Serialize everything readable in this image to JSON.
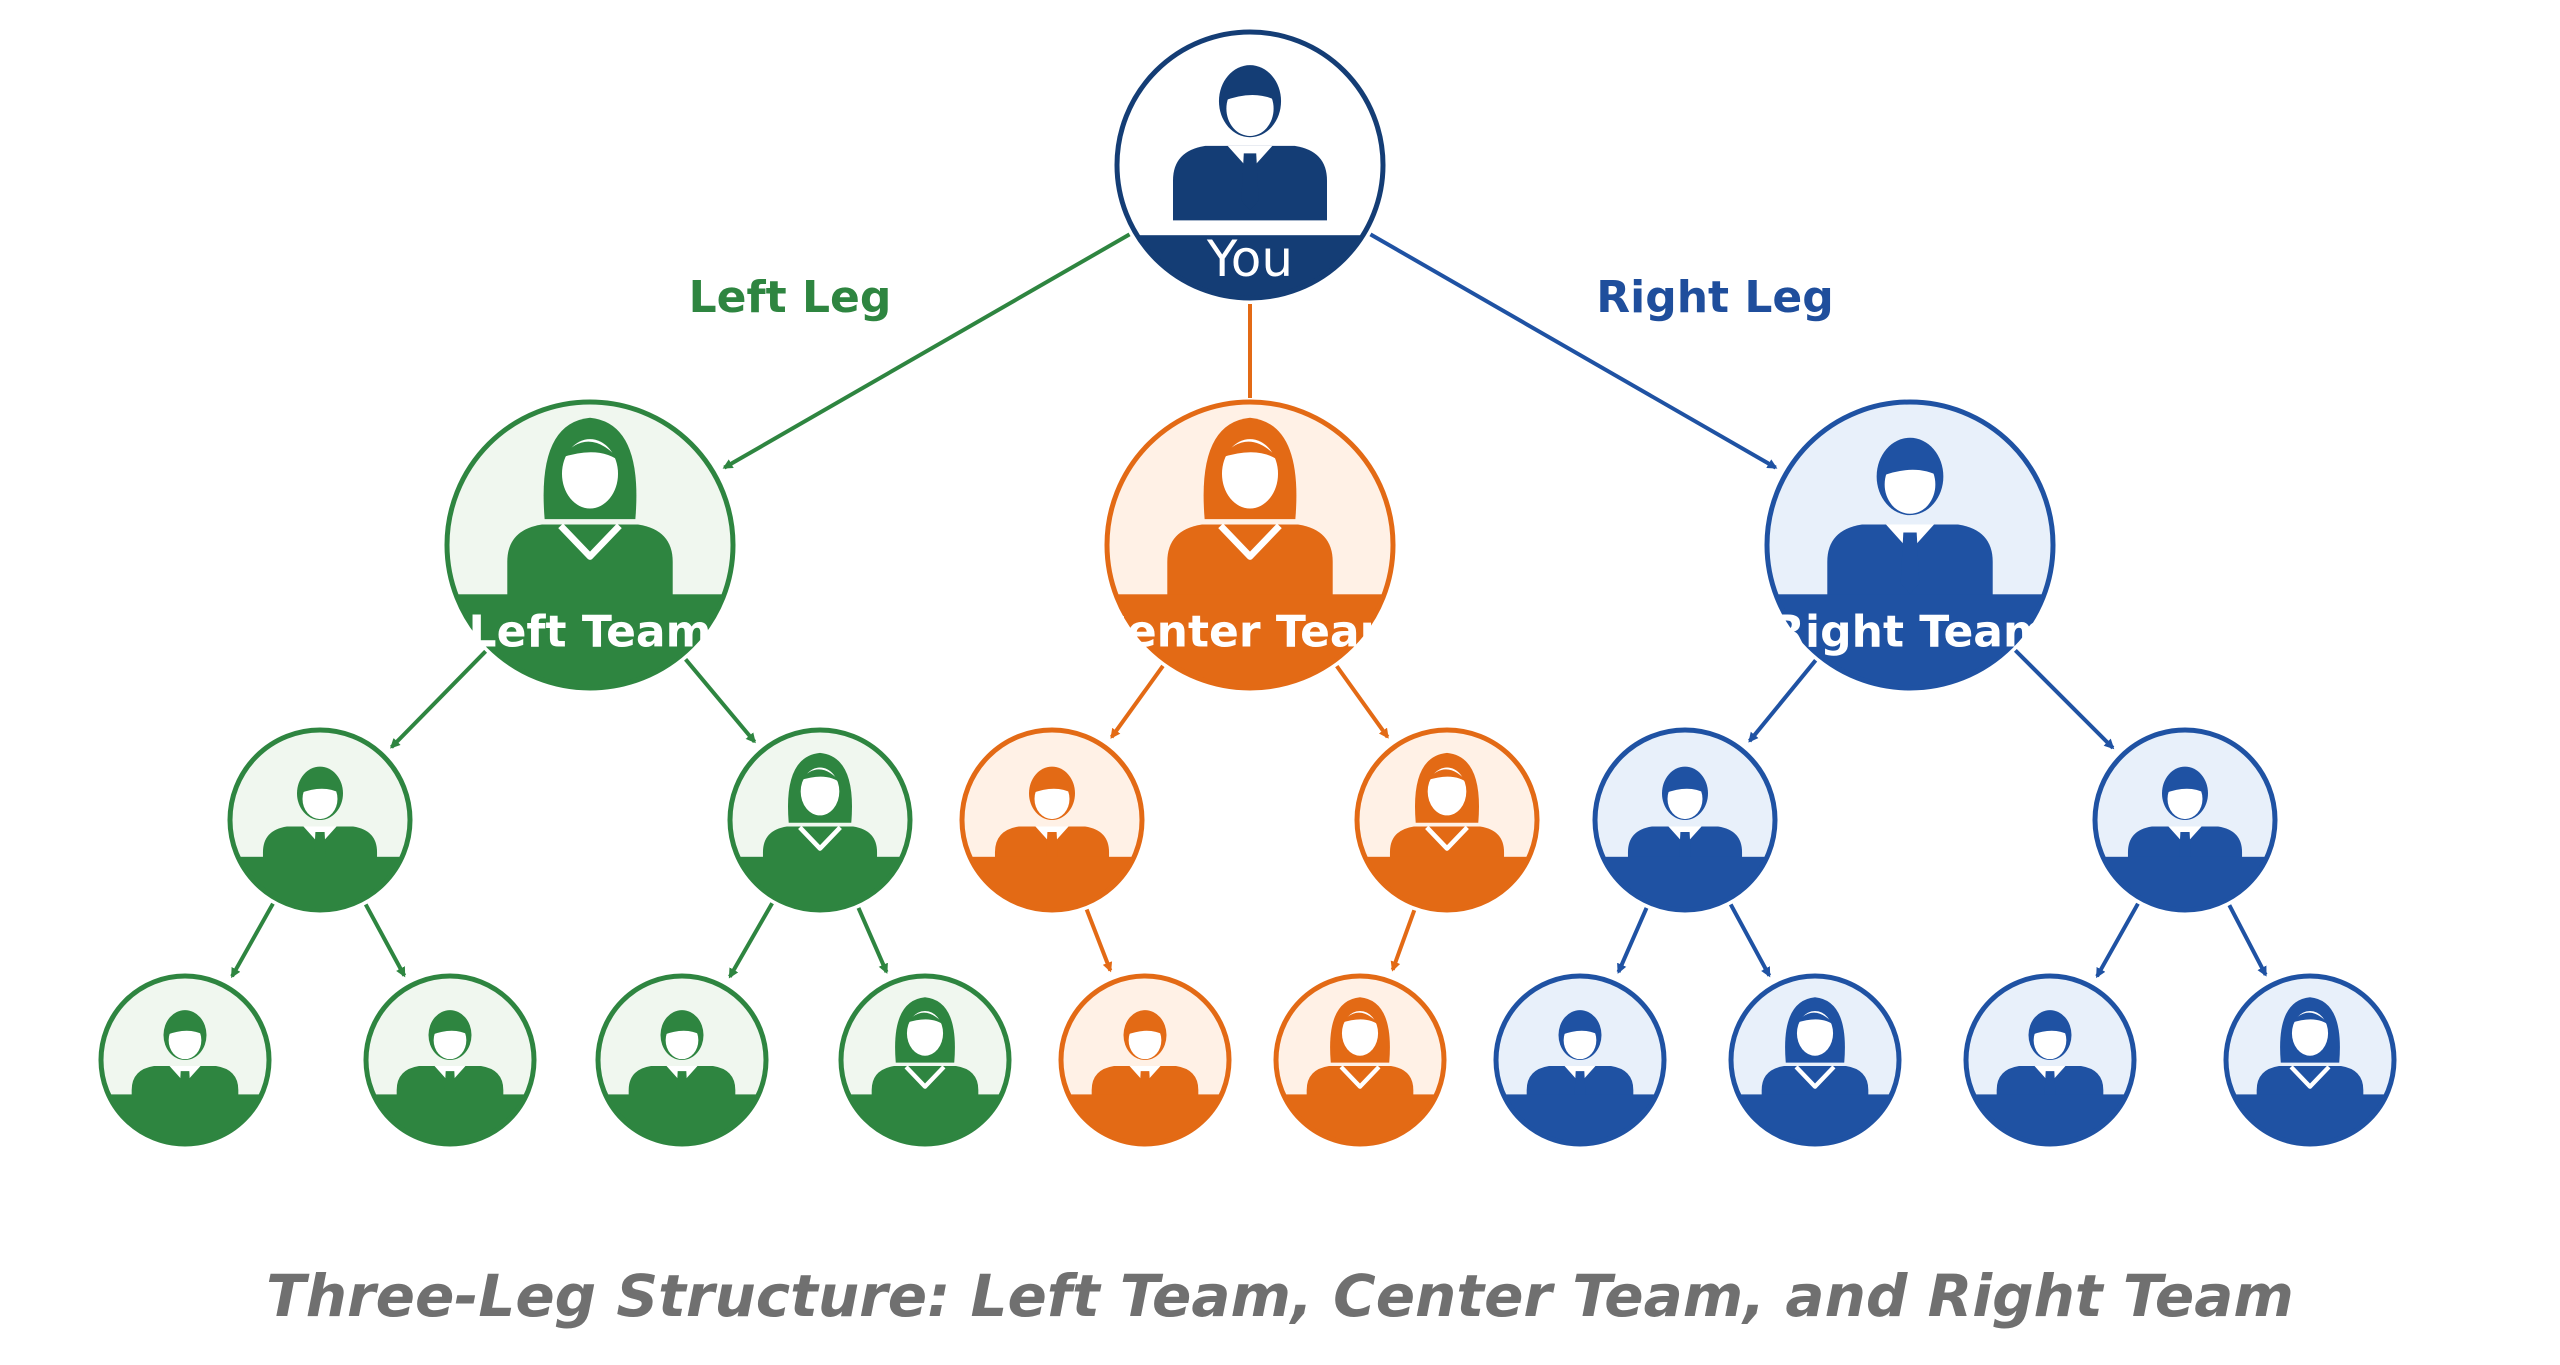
{
  "root": {
    "label": "You",
    "avatar": "man-icon"
  },
  "leg_labels": [
    {
      "id": "left",
      "text": "Left Leg",
      "color": "#2e8540"
    },
    {
      "id": "right",
      "text": "Right Leg",
      "color": "#1f4e9c"
    }
  ],
  "colors": {
    "root": "#143d75",
    "root_light": "#ffffff",
    "green": "#2e8540",
    "green_light": "#f0f7ef",
    "orange": "#e36a15",
    "orange_light": "#fff1e6",
    "blue": "#1f52a3",
    "blue_light": "#e8f0fa",
    "caption": "#707070"
  },
  "teams": [
    {
      "id": "left",
      "label": "Left Team",
      "color_key": "green",
      "avatar": "woman-icon",
      "level2": [
        {
          "avatar": "man-icon"
        },
        {
          "avatar": "woman-icon"
        }
      ],
      "level3": [
        {
          "avatar": "man-icon"
        },
        {
          "avatar": "man-icon"
        },
        {
          "avatar": "man-icon"
        },
        {
          "avatar": "woman-icon"
        }
      ]
    },
    {
      "id": "center",
      "label": "Center Team",
      "color_key": "orange",
      "avatar": "woman-icon",
      "level2": [
        {
          "avatar": "man-icon"
        },
        {
          "avatar": "woman-icon"
        }
      ],
      "level3": [
        {
          "avatar": "man-icon"
        },
        {
          "avatar": "woman-icon"
        }
      ]
    },
    {
      "id": "right",
      "label": "Right Team",
      "color_key": "blue",
      "avatar": "man-icon",
      "level2": [
        {
          "avatar": "man-icon"
        },
        {
          "avatar": "man-icon"
        }
      ],
      "level3": [
        {
          "avatar": "man-icon"
        },
        {
          "avatar": "woman-icon"
        },
        {
          "avatar": "man-icon"
        },
        {
          "avatar": "woman-icon"
        }
      ]
    }
  ],
  "caption": "Three-Leg Structure: Left Team, Center Team, and Right Team"
}
